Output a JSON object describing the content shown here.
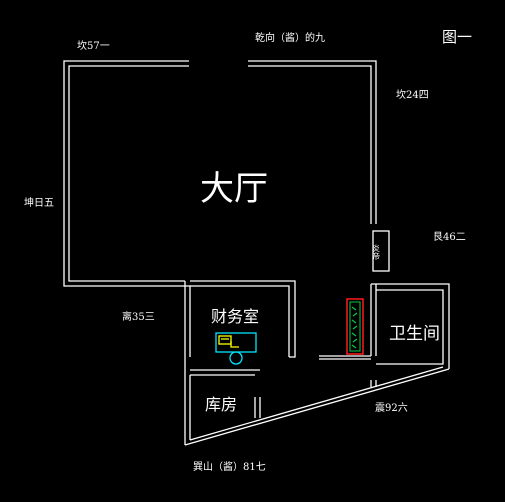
{
  "figure_label": "图一",
  "directions": {
    "top": "乾向（酱）的九",
    "top_left": "坎57一",
    "right_upper": "坎24四",
    "left": "坤日五",
    "right_mid": "艮46二",
    "left_lower": "离35三",
    "bottom_right": "震92六",
    "bottom": "巽山（酱）81七"
  },
  "rooms": {
    "main_hall": "大厅",
    "office": "财务室",
    "bathroom": "卫生间",
    "storage": "库房",
    "small_box": "炎帝"
  },
  "colors": {
    "background": "#000000",
    "wall": "#ffffff",
    "desk": "#ffff00",
    "chair": "#00e5ff",
    "plant_box": "#ff1a1a",
    "plants": "#00cc44"
  }
}
